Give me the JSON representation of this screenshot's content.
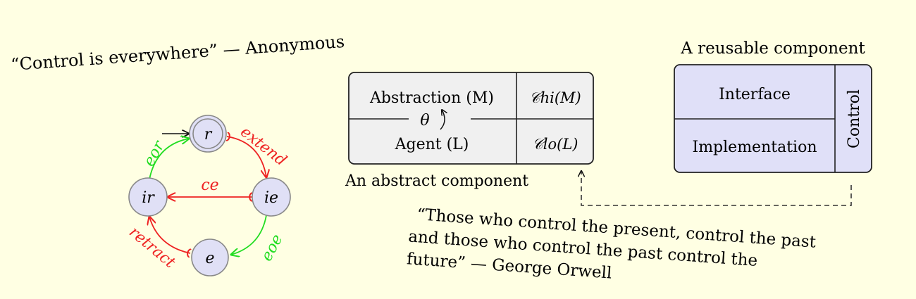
{
  "quote_top": {
    "text": "“Control is everywhere” — Anonymous"
  },
  "state_machine": {
    "nodes": {
      "r": "r",
      "ir": "ir",
      "ie": "ie",
      "e": "e"
    },
    "edges": {
      "eor": "eor",
      "extend": "extend",
      "ce": "ce",
      "retract": "retract",
      "eoe": "eoe"
    },
    "colors": {
      "green": "#22DD22",
      "red": "#EE2222",
      "node_fill": "#E0E0F6",
      "node_stroke": "#888888"
    }
  },
  "abstract_component": {
    "abstraction": "Abstraction (M)",
    "agent": "Agent (L)",
    "theta": "θ",
    "c_hi": "𝒞hi(M)",
    "c_lo": "𝒞lo(L)",
    "caption": "An abstract component",
    "fill": "#F0F0F0"
  },
  "reusable_component": {
    "title": "A reusable component",
    "interface": "Interface",
    "implementation": "Implementation",
    "control": "Control",
    "fill": "#E0E0F8"
  },
  "quote_bottom": {
    "line1": "“Those who control the present, control the past",
    "line2": "and those who control the past control the",
    "line3": "future” — George Orwell"
  }
}
